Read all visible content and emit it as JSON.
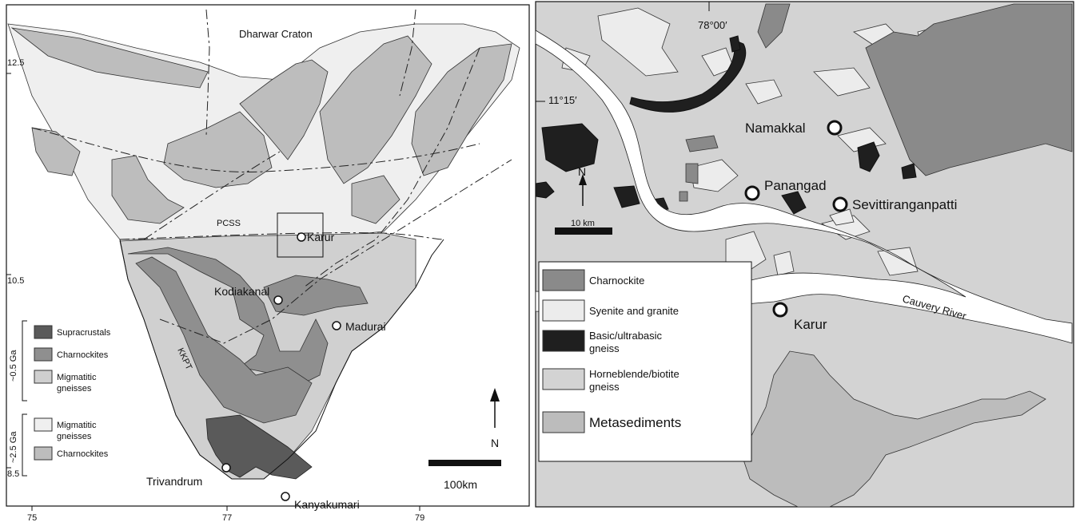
{
  "left_map": {
    "regions": {
      "dharwar": "Dharwar Craton",
      "pcss": "PCSS",
      "kkpt": "KKPT"
    },
    "cities": [
      {
        "name": "Karur"
      },
      {
        "name": "Kodiakanal"
      },
      {
        "name": "Madurai"
      },
      {
        "name": "Trivandrum"
      },
      {
        "name": "Kanyakumari"
      }
    ],
    "lat_ticks": [
      "12.5",
      "10.5",
      "8.5"
    ],
    "lon_ticks": [
      "75",
      "77",
      "79"
    ],
    "north": "N",
    "scale": "100km",
    "legend": {
      "group1_age": "~0.5 Ga",
      "group1": [
        {
          "label": "Supracrustals",
          "color": "#5a5a5a"
        },
        {
          "label": "Charnockites",
          "color": "#8f8f8f"
        },
        {
          "label": "Migmatitic gneisses",
          "color": "#cfcfcf",
          "line1": "Migmatitic",
          "line2": "gneisses"
        }
      ],
      "group2_age": "~2.5 Ga",
      "group2": [
        {
          "label": "Migmatitic gneisses",
          "color": "#efefef",
          "line1": "Migmatitic",
          "line2": "gneisses"
        },
        {
          "label": "Charnockites",
          "color": "#bdbdbd"
        }
      ]
    }
  },
  "right_map": {
    "coords": {
      "lon": "78°00′",
      "lat": "11°15′"
    },
    "cities": [
      {
        "name": "Namakkal"
      },
      {
        "name": "Panangad"
      },
      {
        "name": "Sevittiranganpatti"
      },
      {
        "name": "Karur"
      }
    ],
    "river": "Cauvery River",
    "north": "N",
    "scale": "10 km",
    "legend": [
      {
        "label": "Charnockite",
        "color": "#8a8a8a"
      },
      {
        "label": "Syenite and granite",
        "color": "#ececec"
      },
      {
        "label": "Basic/ultrabasic gneiss",
        "color": "#1f1f1f",
        "line1": "Basic/ultrabasic",
        "line2": "gneiss"
      },
      {
        "label": "Horneblende/biotite gneiss",
        "color": "#d3d3d3",
        "line1": "Horneblende/biotite",
        "line2": "gneiss"
      },
      {
        "label": "Metasediments",
        "color": "#bcbcbc"
      }
    ]
  }
}
